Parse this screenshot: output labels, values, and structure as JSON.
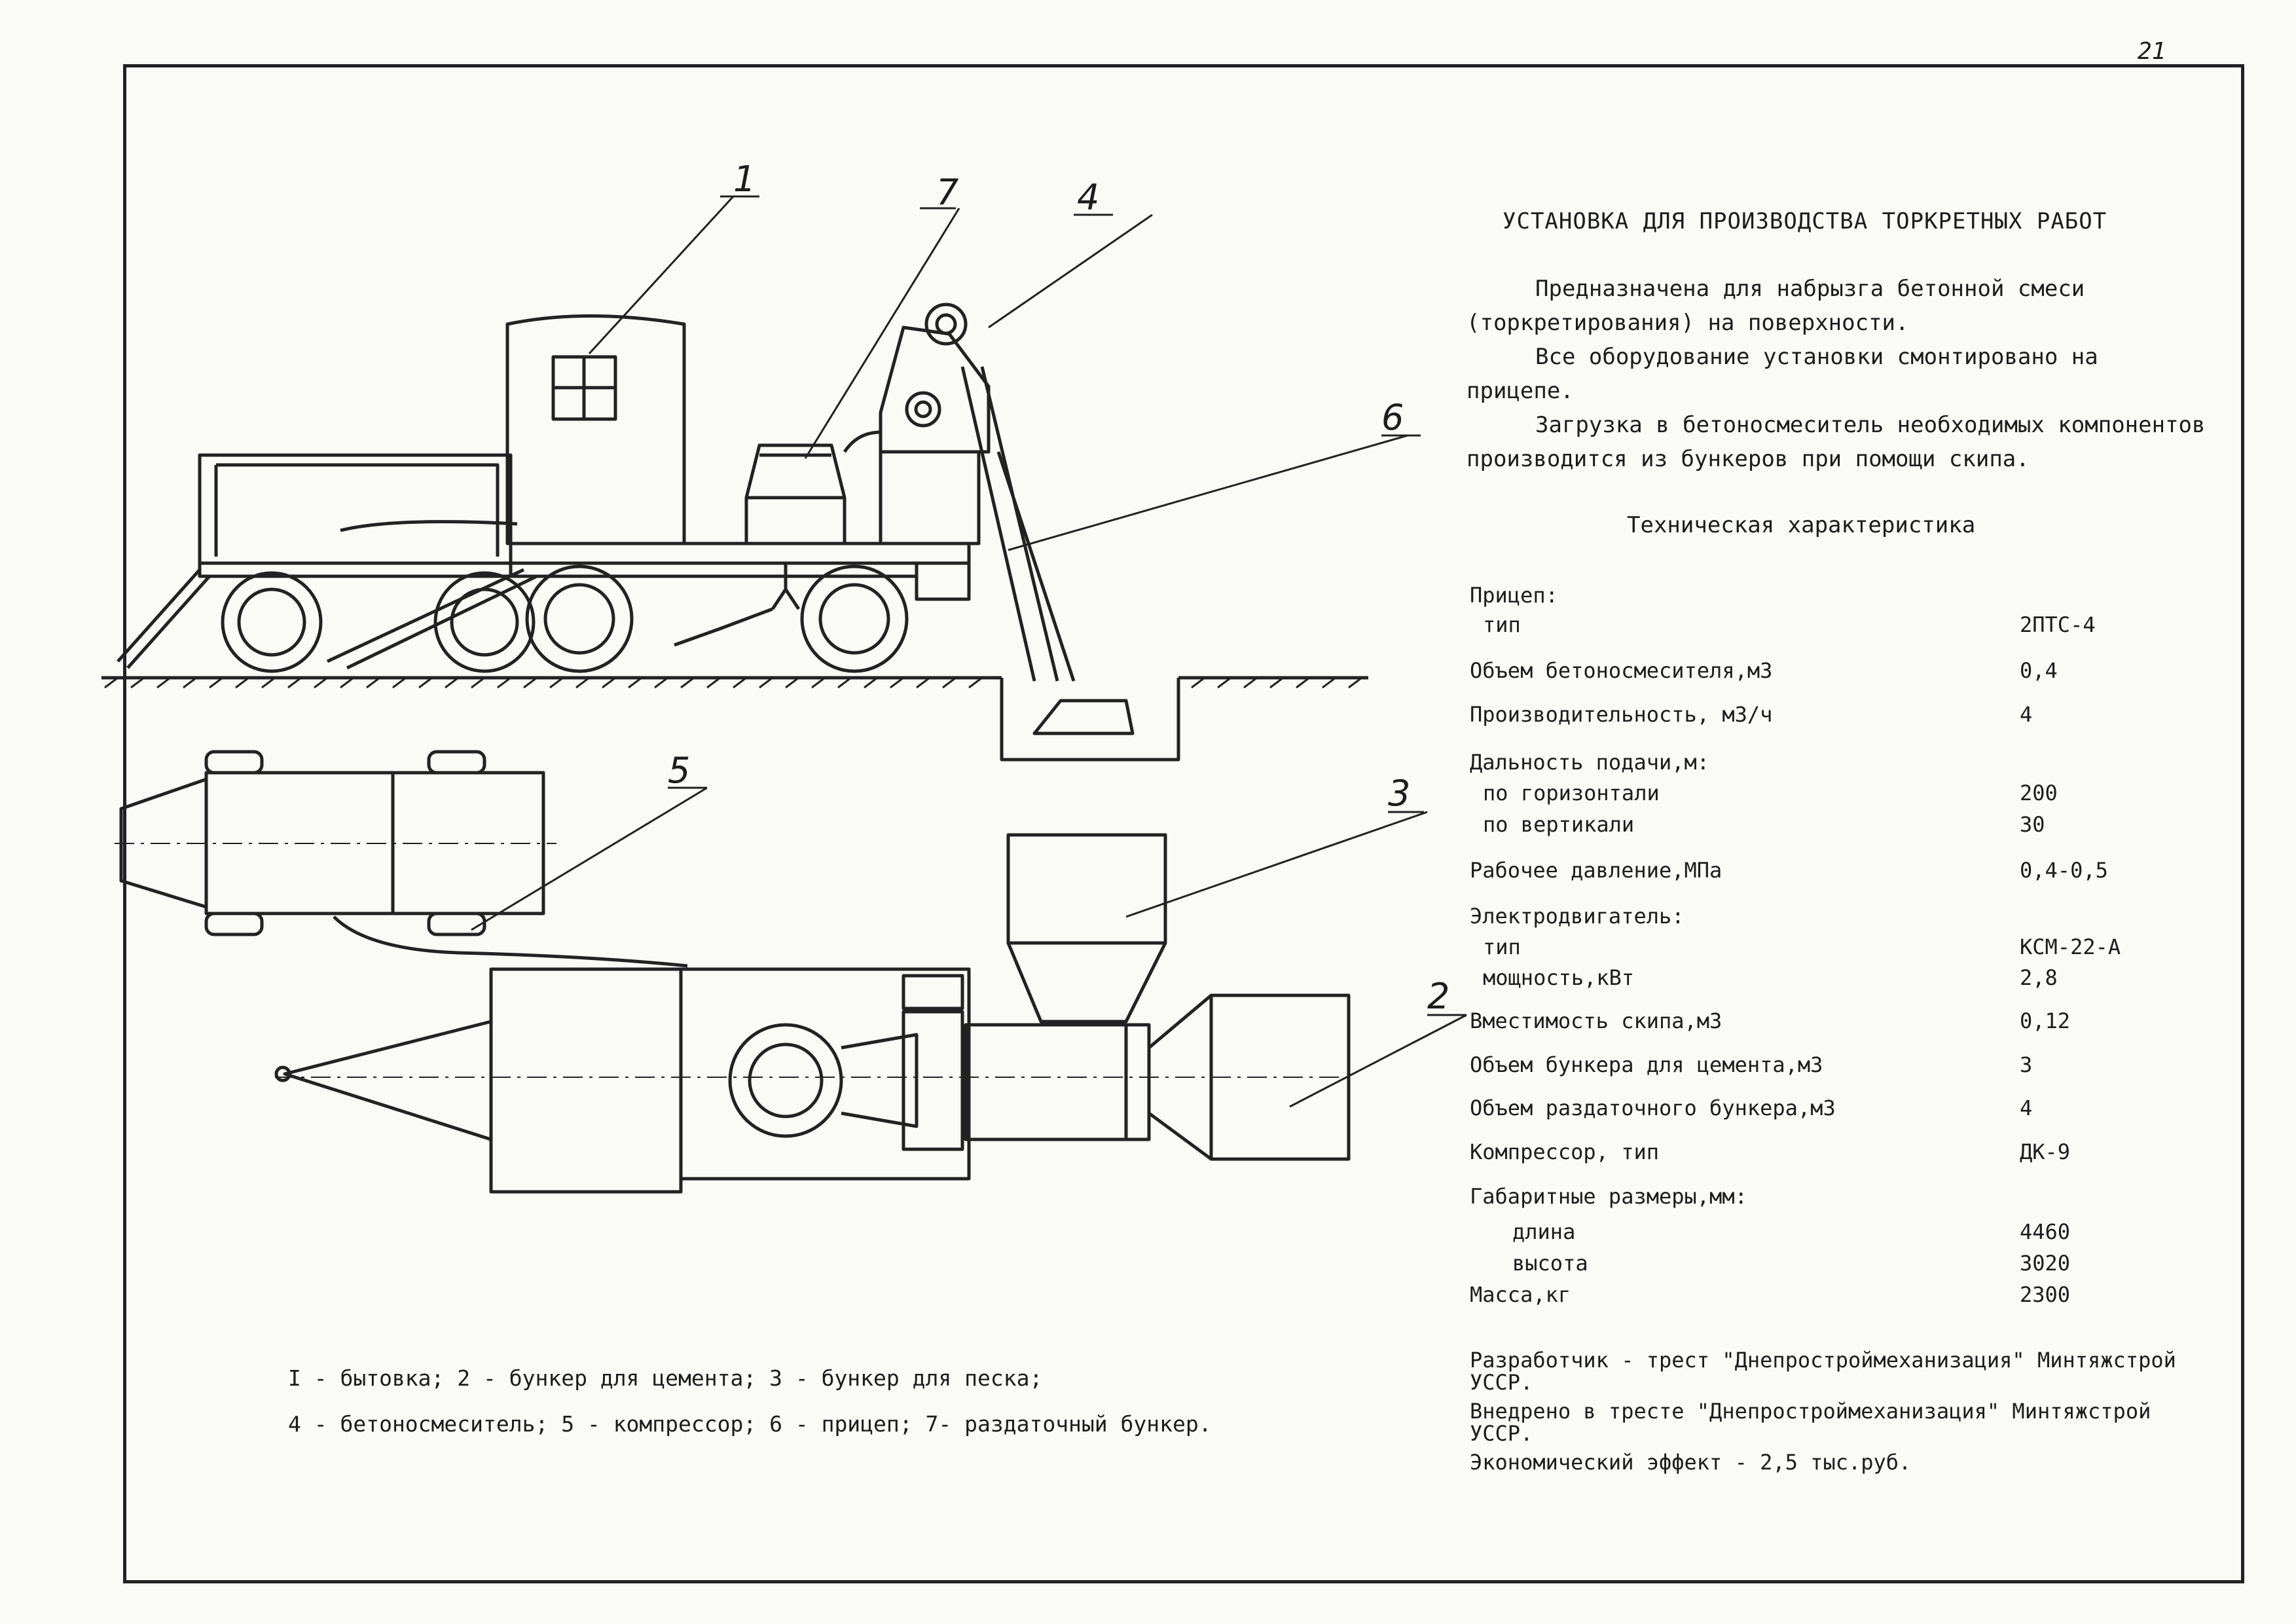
{
  "page_number": "21",
  "title": "УСТАНОВКА ДЛЯ ПРОИЗВОДСТВА ТОРКРЕТНЫХ РАБОТ",
  "description": [
    "Предназначена для набрызга бетонной смеси (торкретирования) на поверхности.",
    "Все оборудование установки смонтировано на прицепе.",
    "Загрузка в бетоносмеситель необходимых компонентов производится из бункеров при помощи скипа."
  ],
  "spec_heading": "Техническая характеристика",
  "specs": [
    {
      "label": "Прицеп:",
      "value": ""
    },
    {
      "label": "тип",
      "value": "2ПТС-4"
    },
    {
      "label": "Объем бетоносмесителя,м3",
      "value": "0,4"
    },
    {
      "label": "Производительность, м3/ч",
      "value": "4"
    },
    {
      "label": "Дальность подачи,м:",
      "value": ""
    },
    {
      "label": "по горизонтали",
      "value": "200"
    },
    {
      "label": "по вертикали",
      "value": "30"
    },
    {
      "label": "Рабочее давление,МПа",
      "value": "0,4-0,5"
    },
    {
      "label": "Электродвигатель:",
      "value": ""
    },
    {
      "label": "тип",
      "value": "КСМ-22-А"
    },
    {
      "label": "мощность,кВт",
      "value": "2,8"
    },
    {
      "label": "Вместимость скипа,м3",
      "value": "0,12"
    },
    {
      "label": "Объем бункера для цемента,м3",
      "value": "3"
    },
    {
      "label": "Объем раздаточного бункера,м3",
      "value": "4"
    },
    {
      "label": "Компрессор, тип",
      "value": "ДК-9"
    },
    {
      "label": "Габаритные размеры,мм:",
      "value": ""
    },
    {
      "label": "длина",
      "value": "4460"
    },
    {
      "label": "высота",
      "value": "3020"
    },
    {
      "label": "Масса,кг",
      "value": "2300"
    }
  ],
  "notes": [
    "Разработчик - трест \"Днепростроймеханизация\" Минтяжстрой УССР.",
    "Внедрено в тресте \"Днепростроймеханизация\" Минтяжстрой УССР.",
    "Экономический эффект - 2,5 тыс.руб."
  ],
  "legend": [
    "I - бытовка; 2 - бункер для цемента; 3 - бункер для песка;",
    "4 - бетоносмеситель; 5 - компрессор; 6 - прицеп; 7- раздаточный бункер."
  ],
  "callouts": [
    "1",
    "7",
    "4",
    "6",
    "5",
    "3",
    "2"
  ]
}
